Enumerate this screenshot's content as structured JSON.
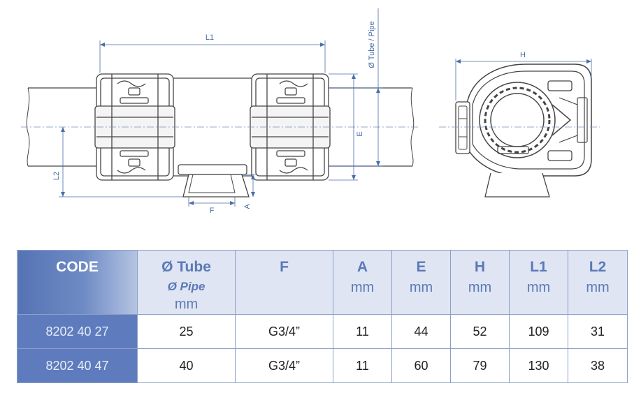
{
  "drawing": {
    "labels": {
      "L1": "L1",
      "L2": "L2",
      "E": "E",
      "F": "F",
      "A": "A",
      "H": "H",
      "tube_pipe": "Ø Tube / Pipe"
    },
    "colors": {
      "line": "#444444",
      "dimension": "#4a6da7",
      "centerline": "#7a8fb8"
    }
  },
  "table": {
    "headers": {
      "code": "CODE",
      "tube": {
        "title": "Ø Tube",
        "sub": "Ø Pipe",
        "unit": "mm"
      },
      "f": {
        "title": "F"
      },
      "a": {
        "title": "A",
        "unit": "mm"
      },
      "e": {
        "title": "E",
        "unit": "mm"
      },
      "h": {
        "title": "H",
        "unit": "mm"
      },
      "l1": {
        "title": "L1",
        "unit": "mm"
      },
      "l2": {
        "title": "L2",
        "unit": "mm"
      }
    },
    "rows": [
      {
        "code": "8202 40 27",
        "tube": "25",
        "f": "G3/4”",
        "a": "11",
        "e": "44",
        "h": "52",
        "l1": "109",
        "l2": "31"
      },
      {
        "code": "8202 40 47",
        "tube": "40",
        "f": "G3/4”",
        "a": "11",
        "e": "60",
        "h": "79",
        "l1": "130",
        "l2": "38"
      }
    ],
    "colors": {
      "header_bg": "#dfe5f2",
      "header_text": "#5b79b7",
      "code_bg": "#5e7cbd",
      "border": "#8aa0c8"
    }
  }
}
